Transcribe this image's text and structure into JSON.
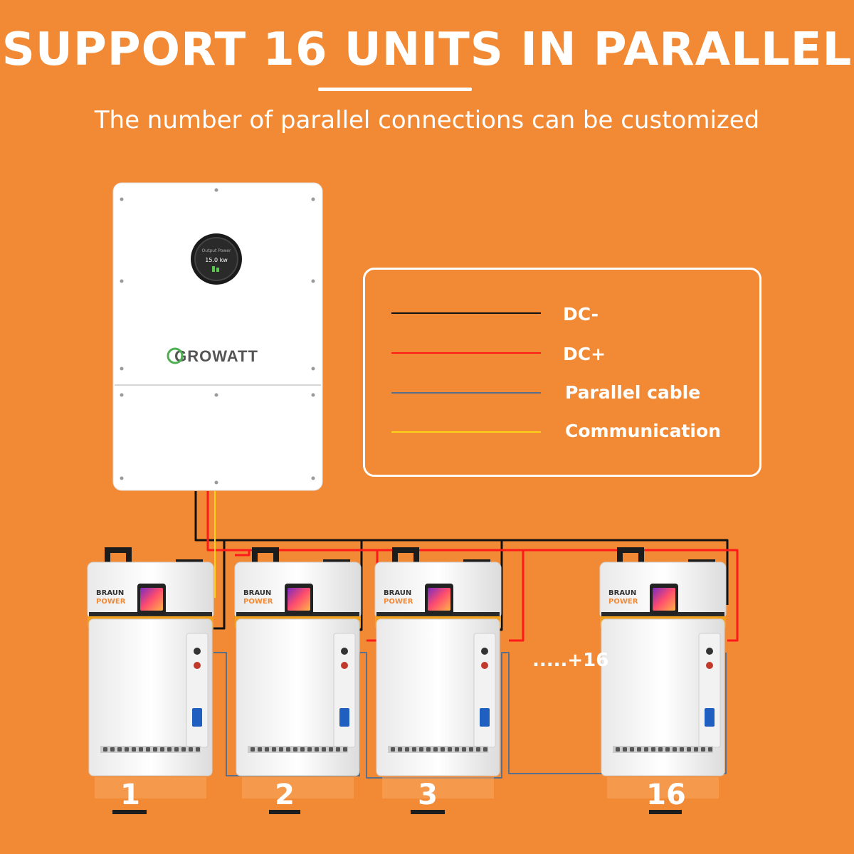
{
  "header": {
    "title": "SUPPORT 16 UNITS IN PARALLEL",
    "subtitle": "The number of parallel connections can be customized"
  },
  "inverter": {
    "brand": "GROWATT",
    "display_label": "Output Power",
    "display_value": "15.0 kw"
  },
  "legend": [
    {
      "label": "DC-",
      "color": "#111111"
    },
    {
      "label": "DC+",
      "color": "#ff1a1a"
    },
    {
      "label": "Parallel cable",
      "color": "#5a6f8a"
    },
    {
      "label": "Communication",
      "color": "#ffd21a"
    }
  ],
  "battery_brand": {
    "line1": "BRAUN",
    "line2": "POWER"
  },
  "units": [
    {
      "number": "1"
    },
    {
      "number": "2"
    },
    {
      "number": "3"
    },
    {
      "number": "16"
    }
  ],
  "more_label": ".....+16"
}
